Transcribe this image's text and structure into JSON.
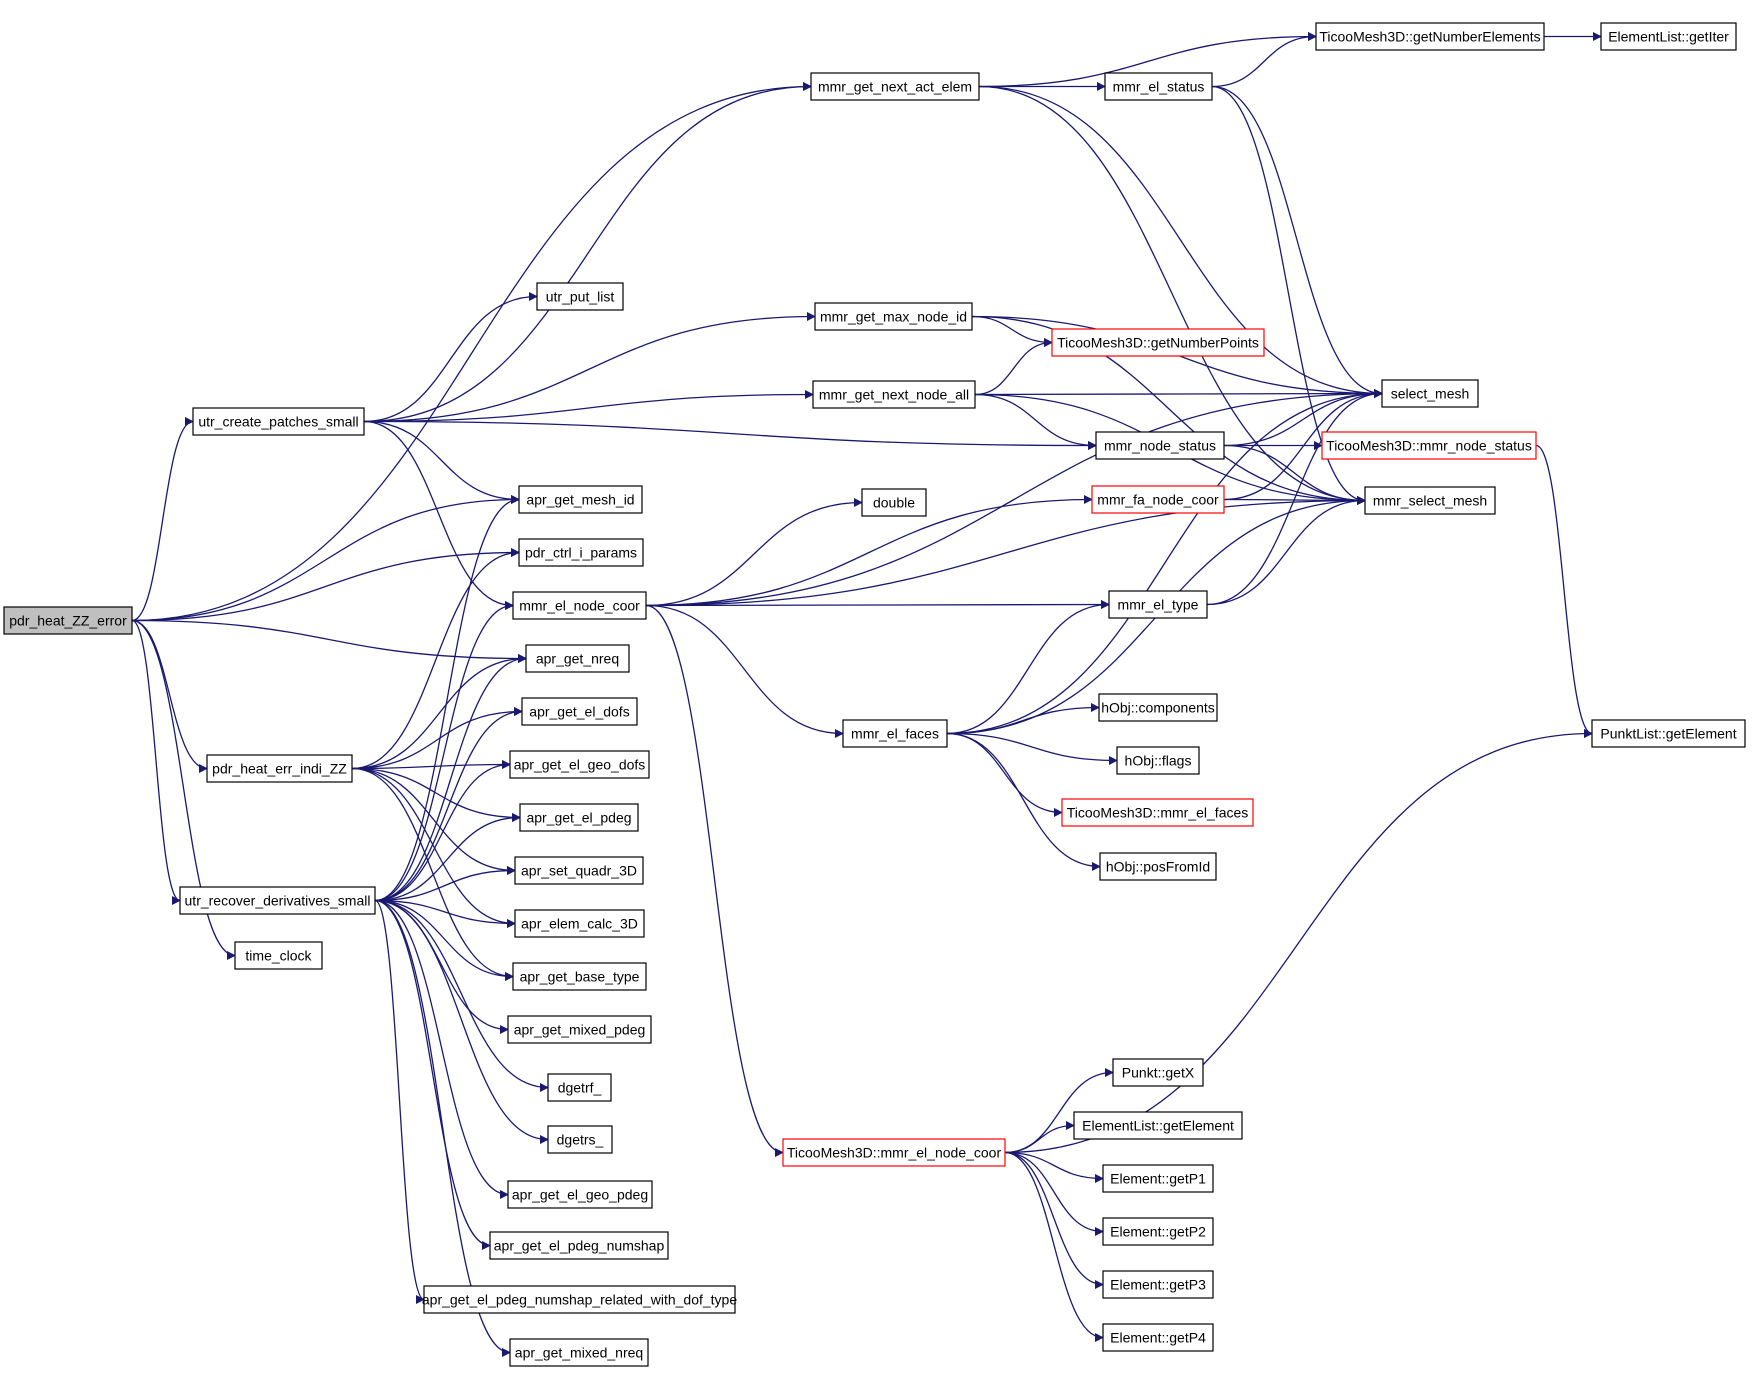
{
  "graph": {
    "colors": {
      "edge": "#191970",
      "truncated_border": "#ff0000",
      "root_fill": "#bfbfbf"
    },
    "nodes": [
      {
        "id": "pdr_heat_ZZ_error",
        "label": "pdr_heat_ZZ_error",
        "root": true
      },
      {
        "id": "utr_create_patches_small",
        "label": "utr_create_patches_small"
      },
      {
        "id": "pdr_heat_err_indi_ZZ",
        "label": "pdr_heat_err_indi_ZZ"
      },
      {
        "id": "utr_recover_derivatives_small",
        "label": "utr_recover_derivatives_small"
      },
      {
        "id": "time_clock",
        "label": "time_clock"
      },
      {
        "id": "utr_put_list",
        "label": "utr_put_list"
      },
      {
        "id": "apr_get_mesh_id",
        "label": "apr_get_mesh_id"
      },
      {
        "id": "pdr_ctrl_i_params",
        "label": "pdr_ctrl_i_params"
      },
      {
        "id": "mmr_el_node_coor",
        "label": "mmr_el_node_coor"
      },
      {
        "id": "apr_get_nreq",
        "label": "apr_get_nreq"
      },
      {
        "id": "apr_get_el_dofs",
        "label": "apr_get_el_dofs"
      },
      {
        "id": "apr_get_el_geo_dofs",
        "label": "apr_get_el_geo_dofs"
      },
      {
        "id": "apr_get_el_pdeg",
        "label": "apr_get_el_pdeg"
      },
      {
        "id": "apr_set_quadr_3D",
        "label": "apr_set_quadr_3D"
      },
      {
        "id": "apr_elem_calc_3D",
        "label": "apr_elem_calc_3D"
      },
      {
        "id": "apr_get_base_type",
        "label": "apr_get_base_type"
      },
      {
        "id": "apr_get_mixed_pdeg",
        "label": "apr_get_mixed_pdeg"
      },
      {
        "id": "dgetrf_",
        "label": "dgetrf_"
      },
      {
        "id": "dgetrs_",
        "label": "dgetrs_"
      },
      {
        "id": "apr_get_el_geo_pdeg",
        "label": "apr_get_el_geo_pdeg"
      },
      {
        "id": "apr_get_el_pdeg_numshap",
        "label": "apr_get_el_pdeg_numshap"
      },
      {
        "id": "apr_get_el_pdeg_numshap_related_with_dof_type",
        "label": "apr_get_el_pdeg_numshap_related_with_dof_type"
      },
      {
        "id": "apr_get_mixed_nreq",
        "label": "apr_get_mixed_nreq"
      },
      {
        "id": "mmr_get_next_act_elem",
        "label": "mmr_get_next_act_elem"
      },
      {
        "id": "mmr_get_max_node_id",
        "label": "mmr_get_max_node_id"
      },
      {
        "id": "mmr_get_next_node_all",
        "label": "mmr_get_next_node_all"
      },
      {
        "id": "double",
        "label": "double"
      },
      {
        "id": "mmr_el_faces",
        "label": "mmr_el_faces"
      },
      {
        "id": "TicooMesh3D_mmr_el_node_coor",
        "label": "TicooMesh3D::mmr_el_node_coor",
        "truncated": true
      },
      {
        "id": "mmr_el_status",
        "label": "mmr_el_status"
      },
      {
        "id": "TicooMesh3D_getNumberPoints",
        "label": "TicooMesh3D::getNumberPoints",
        "truncated": true
      },
      {
        "id": "mmr_node_status",
        "label": "mmr_node_status"
      },
      {
        "id": "mmr_fa_node_coor",
        "label": "mmr_fa_node_coor",
        "truncated": true
      },
      {
        "id": "mmr_el_type",
        "label": "mmr_el_type"
      },
      {
        "id": "hObj_components",
        "label": "hObj::components"
      },
      {
        "id": "hObj_flags",
        "label": "hObj::flags"
      },
      {
        "id": "TicooMesh3D_mmr_el_faces",
        "label": "TicooMesh3D::mmr_el_faces",
        "truncated": true
      },
      {
        "id": "hObj_posFromId",
        "label": "hObj::posFromId"
      },
      {
        "id": "Punkt_getX",
        "label": "Punkt::getX"
      },
      {
        "id": "ElementList_getElement",
        "label": "ElementList::getElement"
      },
      {
        "id": "Element_getP1",
        "label": "Element::getP1"
      },
      {
        "id": "Element_getP2",
        "label": "Element::getP2"
      },
      {
        "id": "Element_getP3",
        "label": "Element::getP3"
      },
      {
        "id": "Element_getP4",
        "label": "Element::getP4"
      },
      {
        "id": "TicooMesh3D_getNumberElements",
        "label": "TicooMesh3D::getNumberElements"
      },
      {
        "id": "select_mesh",
        "label": "select_mesh"
      },
      {
        "id": "TicooMesh3D_mmr_node_status",
        "label": "TicooMesh3D::mmr_node_status",
        "truncated": true
      },
      {
        "id": "mmr_select_mesh",
        "label": "mmr_select_mesh"
      },
      {
        "id": "ElementList_getIter",
        "label": "ElementList::getIter"
      },
      {
        "id": "PunktList_getElement",
        "label": "PunktList::getElement"
      }
    ],
    "edges": [
      [
        "pdr_heat_ZZ_error",
        "mmr_get_next_act_elem"
      ],
      [
        "pdr_heat_ZZ_error",
        "utr_create_patches_small"
      ],
      [
        "pdr_heat_ZZ_error",
        "apr_get_mesh_id"
      ],
      [
        "pdr_heat_ZZ_error",
        "pdr_ctrl_i_params"
      ],
      [
        "pdr_heat_ZZ_error",
        "apr_get_nreq"
      ],
      [
        "pdr_heat_ZZ_error",
        "pdr_heat_err_indi_ZZ"
      ],
      [
        "pdr_heat_ZZ_error",
        "utr_recover_derivatives_small"
      ],
      [
        "pdr_heat_ZZ_error",
        "time_clock"
      ],
      [
        "utr_create_patches_small",
        "mmr_get_next_act_elem"
      ],
      [
        "utr_create_patches_small",
        "utr_put_list"
      ],
      [
        "utr_create_patches_small",
        "mmr_get_max_node_id"
      ],
      [
        "utr_create_patches_small",
        "mmr_get_next_node_all"
      ],
      [
        "utr_create_patches_small",
        "mmr_node_status"
      ],
      [
        "utr_create_patches_small",
        "apr_get_mesh_id"
      ],
      [
        "utr_create_patches_small",
        "mmr_el_node_coor"
      ],
      [
        "pdr_heat_err_indi_ZZ",
        "pdr_ctrl_i_params"
      ],
      [
        "pdr_heat_err_indi_ZZ",
        "apr_get_nreq"
      ],
      [
        "pdr_heat_err_indi_ZZ",
        "apr_get_el_dofs"
      ],
      [
        "pdr_heat_err_indi_ZZ",
        "apr_get_el_geo_dofs"
      ],
      [
        "pdr_heat_err_indi_ZZ",
        "apr_get_el_pdeg"
      ],
      [
        "pdr_heat_err_indi_ZZ",
        "apr_set_quadr_3D"
      ],
      [
        "pdr_heat_err_indi_ZZ",
        "apr_elem_calc_3D"
      ],
      [
        "pdr_heat_err_indi_ZZ",
        "apr_get_base_type"
      ],
      [
        "utr_recover_derivatives_small",
        "apr_get_mesh_id"
      ],
      [
        "utr_recover_derivatives_small",
        "mmr_el_node_coor"
      ],
      [
        "utr_recover_derivatives_small",
        "apr_get_nreq"
      ],
      [
        "utr_recover_derivatives_small",
        "apr_get_el_dofs"
      ],
      [
        "utr_recover_derivatives_small",
        "apr_get_el_geo_dofs"
      ],
      [
        "utr_recover_derivatives_small",
        "apr_get_el_pdeg"
      ],
      [
        "utr_recover_derivatives_small",
        "apr_set_quadr_3D"
      ],
      [
        "utr_recover_derivatives_small",
        "apr_elem_calc_3D"
      ],
      [
        "utr_recover_derivatives_small",
        "apr_get_base_type"
      ],
      [
        "utr_recover_derivatives_small",
        "apr_get_mixed_pdeg"
      ],
      [
        "utr_recover_derivatives_small",
        "dgetrf_"
      ],
      [
        "utr_recover_derivatives_small",
        "dgetrs_"
      ],
      [
        "utr_recover_derivatives_small",
        "apr_get_el_geo_pdeg"
      ],
      [
        "utr_recover_derivatives_small",
        "apr_get_el_pdeg_numshap"
      ],
      [
        "utr_recover_derivatives_small",
        "apr_get_el_pdeg_numshap_related_with_dof_type"
      ],
      [
        "utr_recover_derivatives_small",
        "apr_get_mixed_nreq"
      ],
      [
        "mmr_el_node_coor",
        "select_mesh"
      ],
      [
        "mmr_el_node_coor",
        "double"
      ],
      [
        "mmr_el_node_coor",
        "mmr_fa_node_coor"
      ],
      [
        "mmr_el_node_coor",
        "mmr_el_type"
      ],
      [
        "mmr_el_node_coor",
        "mmr_el_faces"
      ],
      [
        "mmr_el_node_coor",
        "mmr_select_mesh"
      ],
      [
        "mmr_el_node_coor",
        "TicooMesh3D_mmr_el_node_coor"
      ],
      [
        "mmr_get_next_act_elem",
        "TicooMesh3D_getNumberElements"
      ],
      [
        "mmr_get_next_act_elem",
        "mmr_el_status"
      ],
      [
        "mmr_get_next_act_elem",
        "select_mesh"
      ],
      [
        "mmr_get_next_act_elem",
        "mmr_select_mesh"
      ],
      [
        "mmr_el_status",
        "TicooMesh3D_getNumberElements"
      ],
      [
        "mmr_el_status",
        "select_mesh"
      ],
      [
        "mmr_el_status",
        "mmr_select_mesh"
      ],
      [
        "mmr_get_max_node_id",
        "TicooMesh3D_getNumberPoints"
      ],
      [
        "mmr_get_max_node_id",
        "select_mesh"
      ],
      [
        "mmr_get_max_node_id",
        "mmr_select_mesh"
      ],
      [
        "mmr_get_next_node_all",
        "TicooMesh3D_getNumberPoints"
      ],
      [
        "mmr_get_next_node_all",
        "select_mesh"
      ],
      [
        "mmr_get_next_node_all",
        "mmr_node_status"
      ],
      [
        "mmr_get_next_node_all",
        "mmr_select_mesh"
      ],
      [
        "mmr_node_status",
        "select_mesh"
      ],
      [
        "mmr_node_status",
        "TicooMesh3D_mmr_node_status"
      ],
      [
        "mmr_node_status",
        "mmr_select_mesh"
      ],
      [
        "mmr_fa_node_coor",
        "select_mesh"
      ],
      [
        "mmr_fa_node_coor",
        "mmr_select_mesh"
      ],
      [
        "mmr_el_type",
        "select_mesh"
      ],
      [
        "mmr_el_type",
        "mmr_select_mesh"
      ],
      [
        "mmr_el_faces",
        "mmr_el_type"
      ],
      [
        "mmr_el_faces",
        "select_mesh"
      ],
      [
        "mmr_el_faces",
        "hObj_components"
      ],
      [
        "mmr_el_faces",
        "hObj_flags"
      ],
      [
        "mmr_el_faces",
        "TicooMesh3D_mmr_el_faces"
      ],
      [
        "mmr_el_faces",
        "hObj_posFromId"
      ],
      [
        "mmr_el_faces",
        "mmr_select_mesh"
      ],
      [
        "TicooMesh3D_mmr_el_node_coor",
        "PunktList_getElement"
      ],
      [
        "TicooMesh3D_mmr_el_node_coor",
        "Punkt_getX"
      ],
      [
        "TicooMesh3D_mmr_el_node_coor",
        "ElementList_getElement"
      ],
      [
        "TicooMesh3D_mmr_el_node_coor",
        "Element_getP1"
      ],
      [
        "TicooMesh3D_mmr_el_node_coor",
        "Element_getP2"
      ],
      [
        "TicooMesh3D_mmr_el_node_coor",
        "Element_getP3"
      ],
      [
        "TicooMesh3D_mmr_el_node_coor",
        "Element_getP4"
      ],
      [
        "TicooMesh3D_getNumberElements",
        "ElementList_getIter"
      ],
      [
        "TicooMesh3D_mmr_node_status",
        "PunktList_getElement"
      ]
    ]
  }
}
